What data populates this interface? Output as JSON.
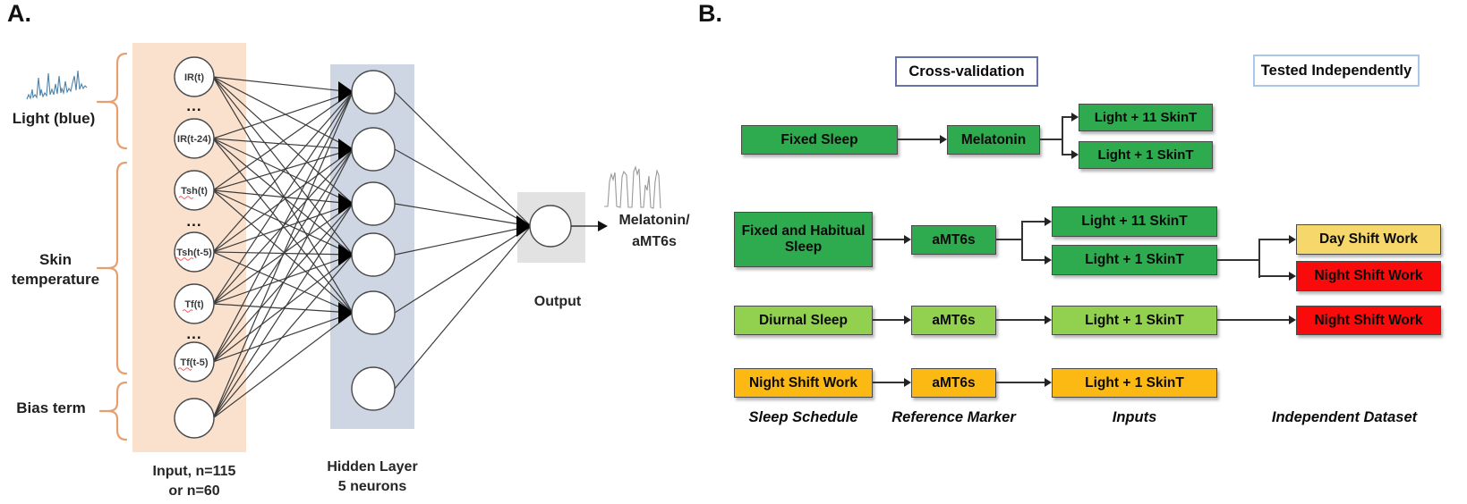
{
  "panelA": {
    "label": "A.",
    "side_labels": {
      "light": "Light (blue)",
      "skin_line1": "Skin",
      "skin_line2": "temperature",
      "bias": "Bias term"
    },
    "input_nodes": [
      "IR(t)",
      "IR(t-24)",
      "Tsh(t)",
      "Tsh(t-5)",
      "Tf(t)",
      "Tf(t-5)"
    ],
    "ellipsis": "...",
    "captions": {
      "input_line1": "Input, n=115",
      "input_line2": "or n=60",
      "hidden_line1": "Hidden Layer",
      "hidden_line2": "5 neurons",
      "output": "Output",
      "target_line1": "Melatonin/",
      "target_line2": "aMT6s"
    },
    "colors": {
      "input_bg": "#FAE1CE",
      "hidden_bg": "#CED5E3",
      "output_bg": "#E2E2E2",
      "brace": "#E89F6F",
      "trace_blue": "#4D82A8",
      "trace_gray": "#999999"
    }
  },
  "panelB": {
    "label": "B.",
    "headers": {
      "cross_validation": "Cross-validation",
      "tested_independently": "Tested Independently"
    },
    "rows": [
      {
        "schedule": "Fixed Sleep",
        "marker": "Melatonin",
        "input_a": "Light + 11 SkinT",
        "input_b": "Light + 1 SkinT"
      },
      {
        "schedule": "Fixed and Habitual Sleep",
        "marker": "aMT6s",
        "input_a": "Light + 11 SkinT",
        "input_b": "Light + 1 SkinT",
        "dataset_a": "Day Shift Work",
        "dataset_b": "Night Shift Work"
      },
      {
        "schedule": "Diurnal Sleep",
        "marker": "aMT6s",
        "input_a": "Light + 1 SkinT",
        "dataset_a": "Night Shift Work"
      },
      {
        "schedule": "Night Shift Work",
        "marker": "aMT6s",
        "input_a": "Light + 1 SkinT"
      }
    ],
    "column_labels": {
      "col1": "Sleep Schedule",
      "col2": "Reference Marker",
      "col3": "Inputs",
      "col4": "Independent Dataset"
    },
    "colors": {
      "dark_green": "#2EAB4E",
      "light_green": "#92D050",
      "gold": "#F5D76B",
      "red": "#F90B0B",
      "amber": "#FDB913",
      "cv_border": "#6674A6",
      "ti_border": "#A9C7E9"
    }
  }
}
